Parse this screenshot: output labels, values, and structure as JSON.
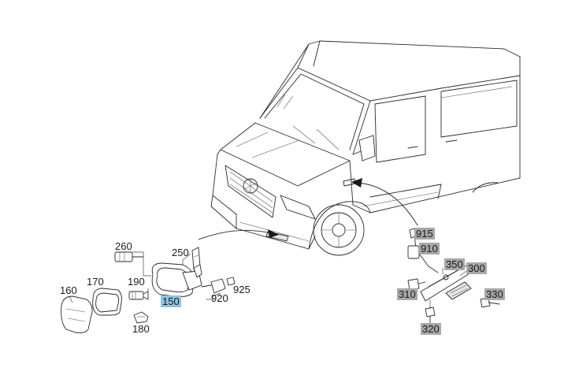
{
  "diagram": {
    "callouts": [
      {
        "id": "260",
        "label": "260",
        "style": "plain"
      },
      {
        "id": "250",
        "label": "250",
        "style": "plain"
      },
      {
        "id": "190",
        "label": "190",
        "style": "plain"
      },
      {
        "id": "170",
        "label": "170",
        "style": "plain"
      },
      {
        "id": "160",
        "label": "160",
        "style": "plain"
      },
      {
        "id": "150",
        "label": "150",
        "style": "blue"
      },
      {
        "id": "180",
        "label": "180",
        "style": "plain"
      },
      {
        "id": "920",
        "label": "920",
        "style": "plain"
      },
      {
        "id": "925",
        "label": "925",
        "style": "plain"
      },
      {
        "id": "915",
        "label": "915",
        "style": "grey"
      },
      {
        "id": "910",
        "label": "910",
        "style": "grey"
      },
      {
        "id": "350",
        "label": "350",
        "style": "grey"
      },
      {
        "id": "300",
        "label": "300",
        "style": "grey"
      },
      {
        "id": "310",
        "label": "310",
        "style": "grey"
      },
      {
        "id": "330",
        "label": "330",
        "style": "grey"
      },
      {
        "id": "320",
        "label": "320",
        "style": "grey"
      }
    ],
    "colors": {
      "highlight_blue": "#8fc3df",
      "highlight_grey": "#a8a8a8",
      "line": "#2a2a2a"
    }
  }
}
